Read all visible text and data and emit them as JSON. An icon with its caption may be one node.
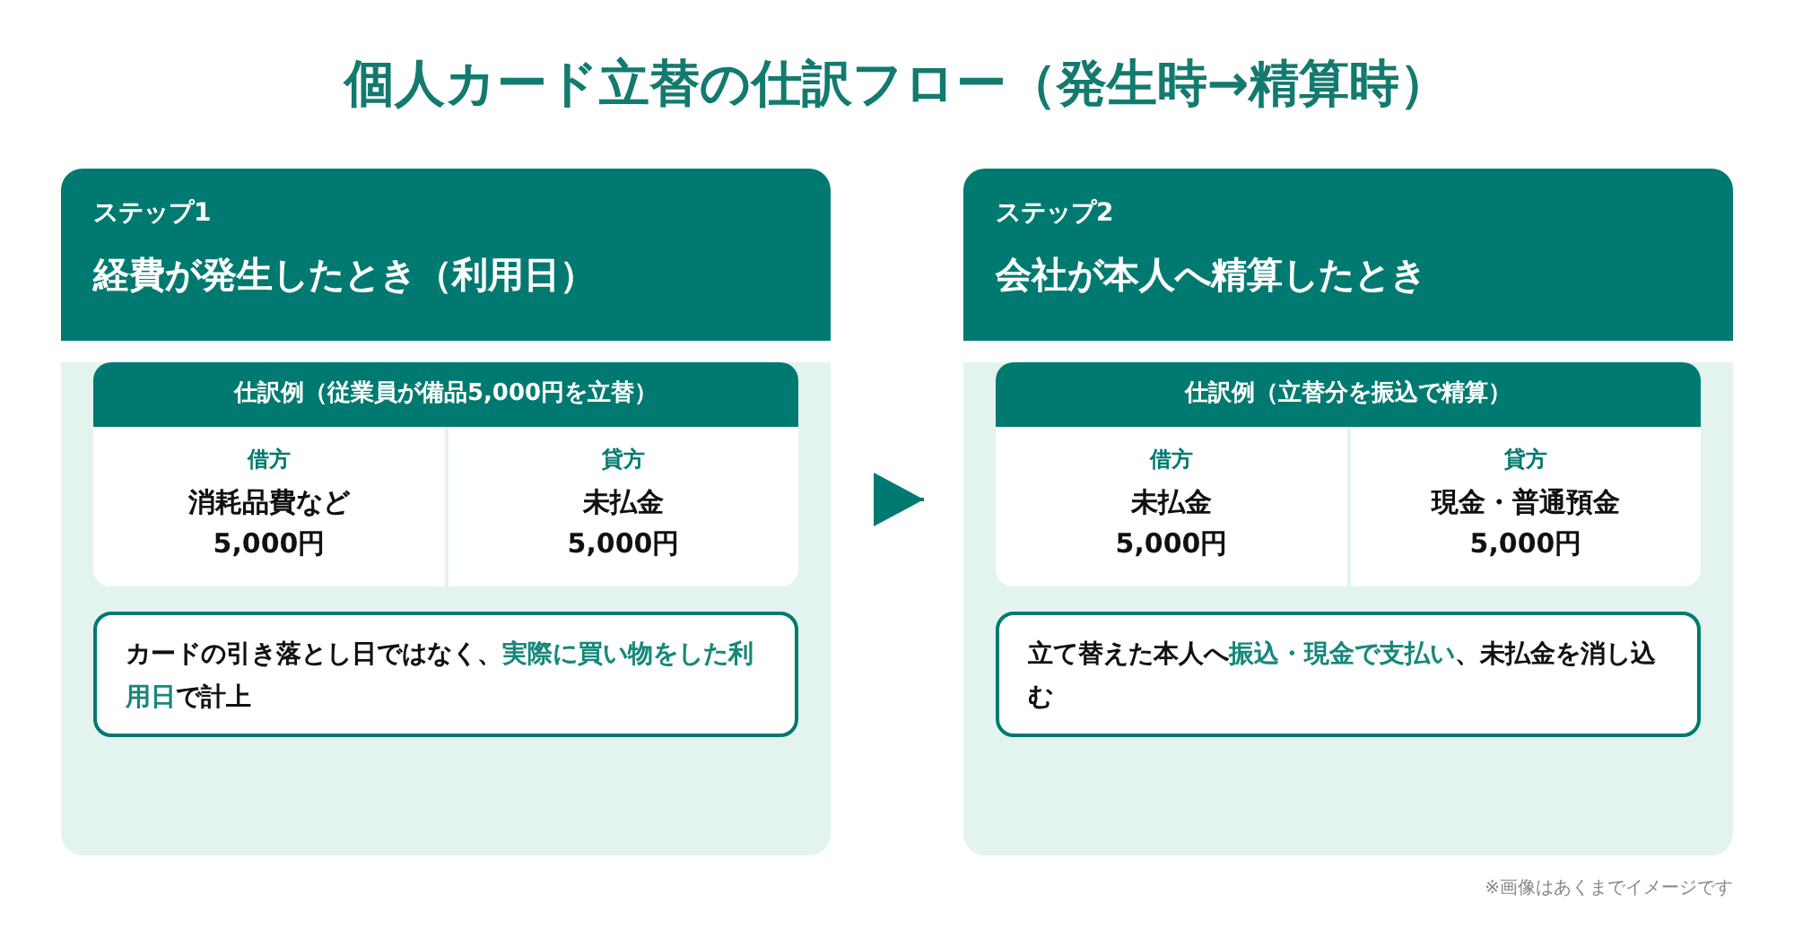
{
  "diagram": {
    "title": "個人カード立替の仕訳フロー（発生時→精算時）",
    "nodes": [
      {
        "text": [
          "ステップ1",
          "経費が発生したとき（利用日）"
        ]
      },
      {
        "text": [
          "仕訳例（従業員が備品5,000円を立替）"
        ],
        "in": 0
      },
      {
        "text": [
          "借方",
          "消耗品費など",
          "5,000円"
        ],
        "in": 1
      },
      {
        "text": [
          "貸方",
          "未払金",
          "5,000円"
        ],
        "in": 1
      },
      {
        "text": [
          "カードの引き落とし日ではなく、**実際に買い物をした利用日**で計上"
        ],
        "in": 0
      },
      {
        "text": [
          "ステップ2",
          "会社が本人へ精算したとき"
        ]
      },
      {
        "text": [
          "仕訳例（立替分を振込で精算）"
        ],
        "in": 5
      },
      {
        "text": [
          "借方",
          "未払金",
          "5,000円"
        ],
        "in": 6
      },
      {
        "text": [
          "貸方",
          "現金・普通預金",
          "5,000円"
        ],
        "in": 6
      },
      {
        "text": [
          "立て替えた本人へ**振込・現金で支払い**、未払金を消し込む"
        ],
        "in": 5
      }
    ],
    "edges": [
      {
        "from": 0,
        "to": 5,
        "arrow": "to"
      }
    ],
    "labels": [
      "※画像はあくまでイメージです"
    ]
  }
}
